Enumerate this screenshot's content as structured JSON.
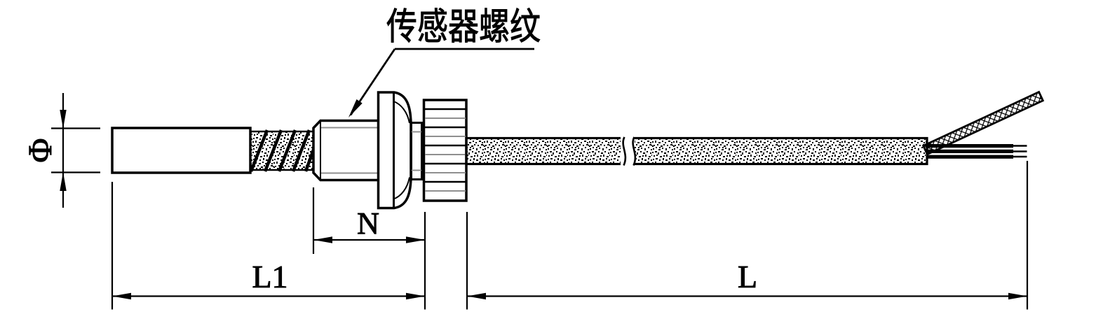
{
  "callout": {
    "label": "传感器螺纹"
  },
  "dimensions": {
    "diameter_label": "Φ",
    "thread_section_label": "N",
    "probe_section_label": "L1",
    "cable_section_label": "L"
  },
  "colors": {
    "line": "#000000",
    "thin_line": "#8f8f8f",
    "background": "#ffffff"
  }
}
